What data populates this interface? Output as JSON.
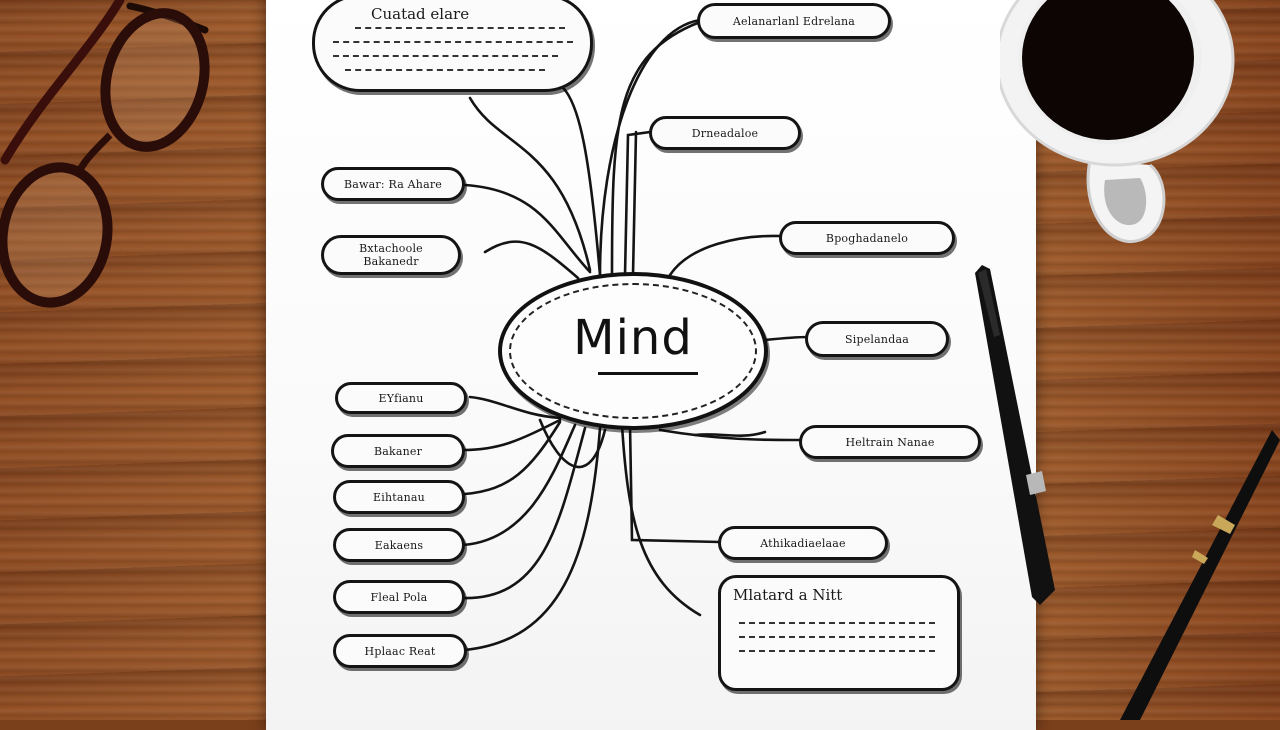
{
  "central_topic": "Mind",
  "top_note_title": "Cuatad elare",
  "bottom_note_title": "Mlatard a Nitt",
  "left_nodes": [
    {
      "lines": [
        "Bawar: Ra Ahare"
      ]
    },
    {
      "lines": [
        "Bxtachoole",
        "Bakanedr"
      ]
    },
    {
      "lines": [
        "EYfianu"
      ]
    },
    {
      "lines": [
        "Bakaner"
      ]
    },
    {
      "lines": [
        "Eihtanau"
      ]
    },
    {
      "lines": [
        "Eakaens"
      ]
    },
    {
      "lines": [
        "Fleal Pola"
      ]
    },
    {
      "lines": [
        "Hplaac Reat"
      ]
    }
  ],
  "right_nodes": [
    {
      "lines": [
        "Aelanarlanl Edrelana"
      ]
    },
    {
      "lines": [
        "Drneadaloe"
      ]
    },
    {
      "lines": [
        "Bpoghadanelo"
      ]
    },
    {
      "lines": [
        "Sipelandaa"
      ]
    },
    {
      "lines": [
        "Heltrain Nanae"
      ]
    },
    {
      "lines": [
        "Athikadiaelaae"
      ]
    }
  ],
  "colors": {
    "ink": "#141414",
    "paper": "#fbfbfb",
    "desk_wood": "#8a4a22",
    "coffee": "#0c0503"
  }
}
